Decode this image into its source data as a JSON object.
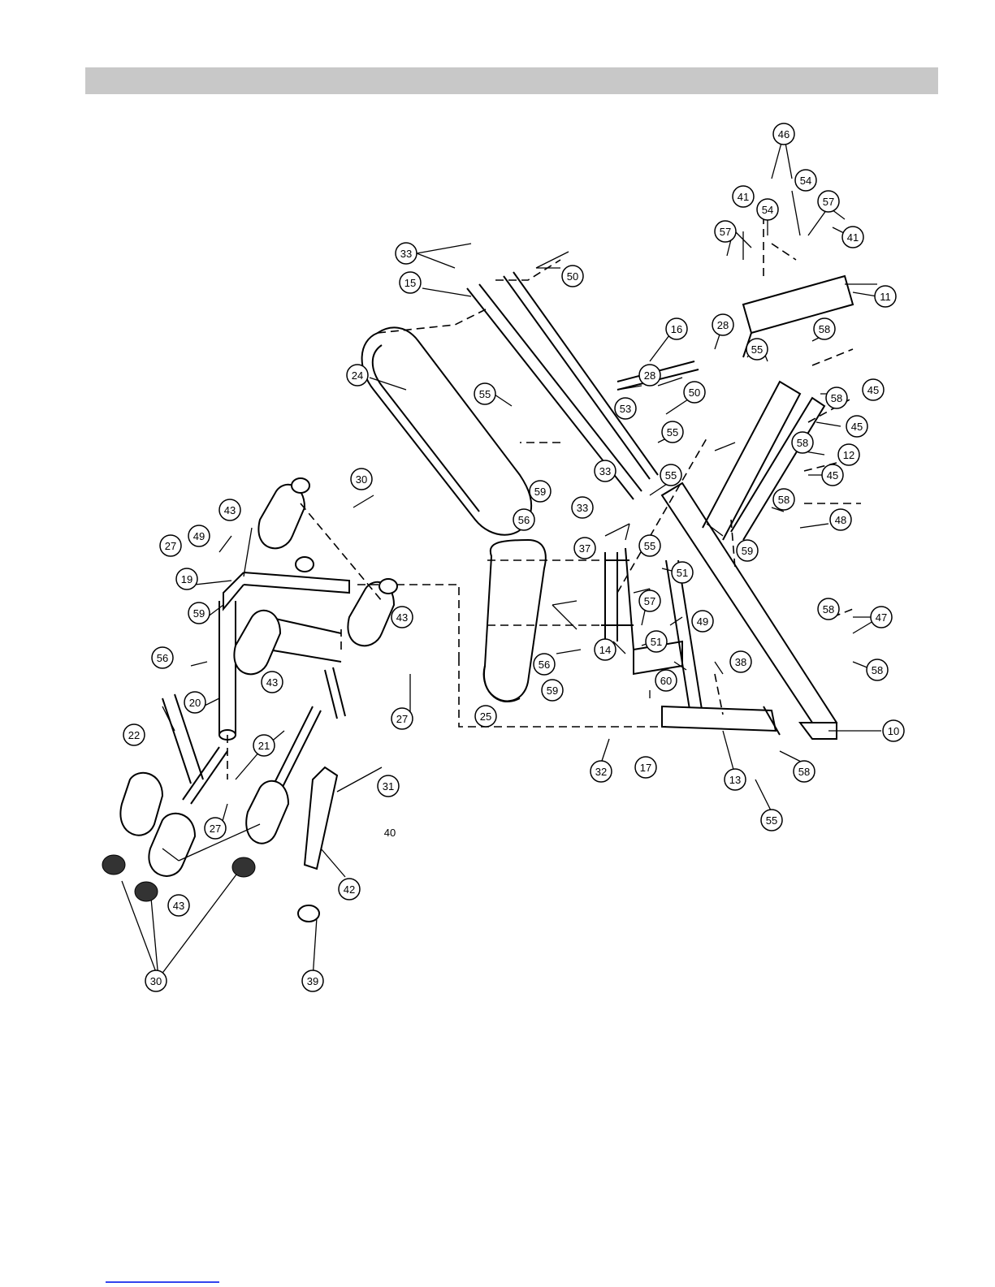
{
  "colors": {
    "header_bar": "#c8c8c8",
    "ink": "#000000",
    "footer_rule": "#3344ee"
  },
  "parts": {
    "p10": "10",
    "p11": "11",
    "p12": "12",
    "p13": "13",
    "p14": "14",
    "p15": "15",
    "p16": "16",
    "p17": "17",
    "p19": "19",
    "p20": "20",
    "p21": "21",
    "p22": "22",
    "p24": "24",
    "p25": "25",
    "p27": "27",
    "p28": "28",
    "p30": "30",
    "p31": "31",
    "p32": "32",
    "p33": "33",
    "p37": "37",
    "p38": "38",
    "p39": "39",
    "p40": "40",
    "p41": "41",
    "p42": "42",
    "p43": "43",
    "p45": "45",
    "p46": "46",
    "p47": "47",
    "p48": "48",
    "p49": "49",
    "p50": "50",
    "p51": "51",
    "p53": "53",
    "p54": "54",
    "p55": "55",
    "p56": "56",
    "p57": "57",
    "p58": "58",
    "p59": "59",
    "p60": "60"
  }
}
